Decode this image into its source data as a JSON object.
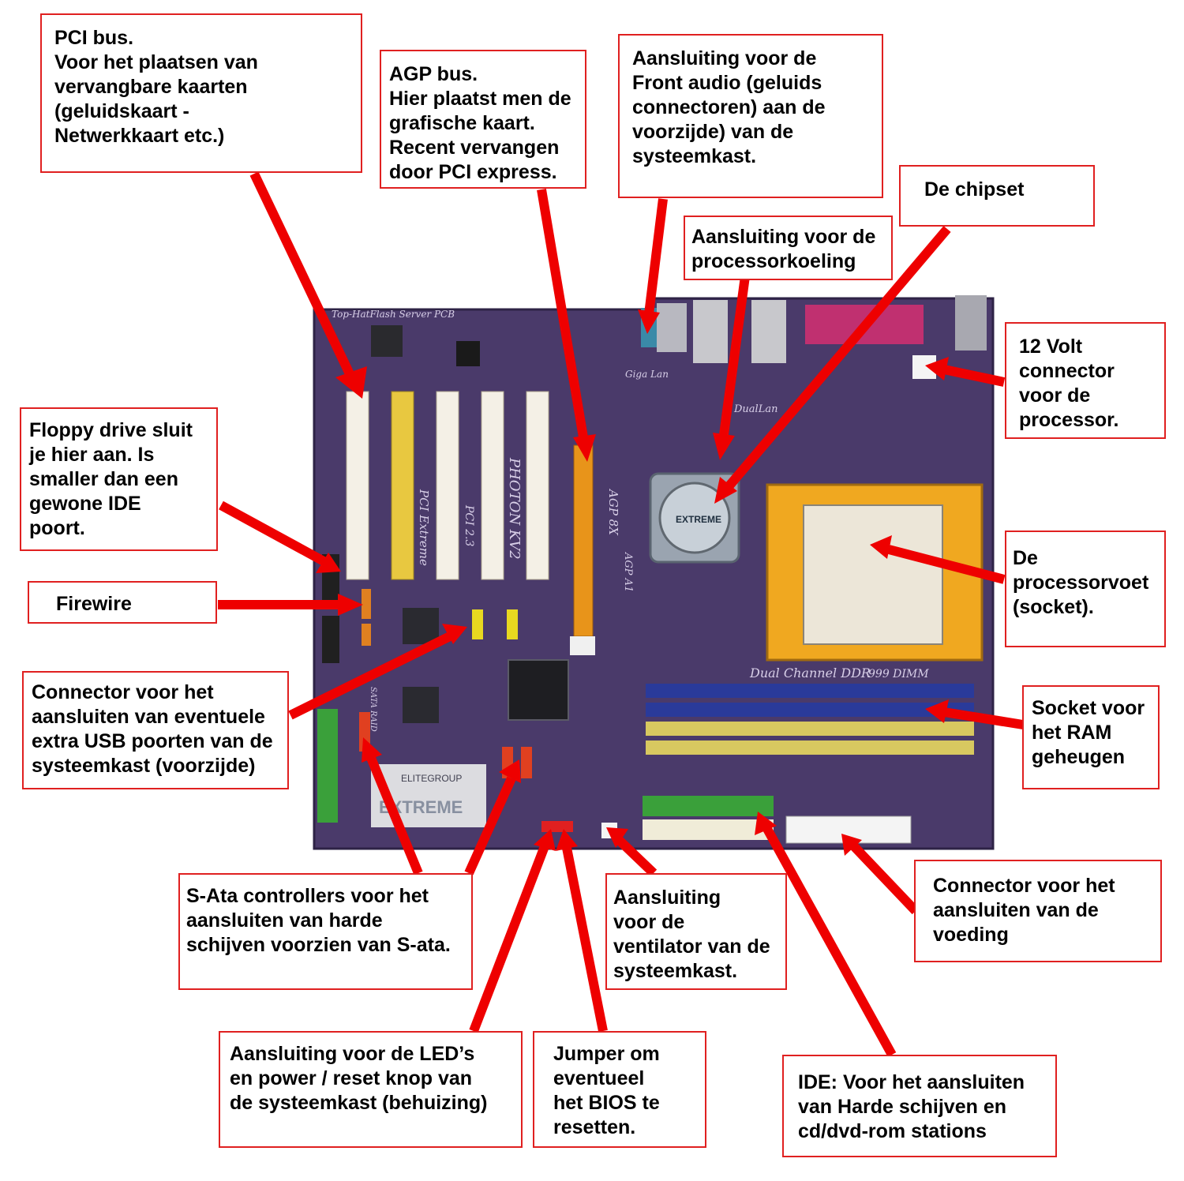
{
  "colors": {
    "board": "#4a3a6a",
    "arrow": "#ee0000",
    "callout_border": "#e02020",
    "pci_slot": "#f4f0e6",
    "agp_slot": "#e8941a",
    "socket_frame": "#f0a820",
    "dimm_blue": "#2a3a9a",
    "dimm_yellow": "#d8c860",
    "ide_green": "#3aa03a",
    "sata_red": "#e04020"
  },
  "board_labels": {
    "pcb_name": "Top-HatFlash Server PCB",
    "model": "PHOTON KV2",
    "pci_extreme": "PCI Extreme",
    "pci23": "PCI 2.3",
    "agp": "AGP 8X",
    "agp_a": "AGP A1",
    "dual_lan": "DualLan",
    "giga_lan": "Giga Lan",
    "dual_channel": "Dual Channel DDR",
    "dimm": "999 DIMM",
    "elitegroup": "ELITEGROUP",
    "extreme_logo": "EXTREME",
    "cooler_logo": "EXTREME",
    "sata_raid": "SATA RAID"
  },
  "callouts": {
    "pci_bus": "PCI bus.\nVoor het plaatsen van\nvervangbare kaarten\n(geluidskaart -\nNetwerkkaart etc.)",
    "agp_bus": "AGP bus.\nHier plaatst men de\ngrafische kaart.\nRecent vervangen\ndoor PCI express.",
    "front_audio": "Aansluiting voor de\nFront audio (geluids\nconnectoren) aan de\nvoorzijde) van de\nsysteemkast.",
    "chipset": "De chipset",
    "cpu_cooling": "Aansluiting voor de\nprocessorkoeling",
    "volt12": "12 Volt\nconnector\nvoor de\nprocessor.",
    "floppy": "Floppy drive sluit\nje hier aan. Is\nsmaller dan een\ngewone IDE\npoort.",
    "firewire": "Firewire",
    "socket": "De\nprocessorvoet\n(socket).",
    "usb": "Connector voor het\naansluiten van eventuele\nextra USB poorten van de\nsysteemkast (voorzijde)",
    "ram": "Socket voor\nhet RAM\ngeheugen",
    "sata": "S-Ata controllers voor het\naansluiten van harde\nschijven voorzien van  S-ata.",
    "case_fan": "Aansluiting\nvoor de\nventilator van de\nsysteemkast.",
    "power": "Connector voor het\naansluiten van de\nvoeding",
    "leds": "Aansluiting voor de LED’s\nen power / reset knop van\nde systeemkast (behuizing)",
    "bios_jumper": "Jumper om\neventueel\nhet BIOS te\nresetten.",
    "ide": "IDE: Voor het aansluiten\nvan Harde schijven en\ncd/dvd-rom stations"
  }
}
